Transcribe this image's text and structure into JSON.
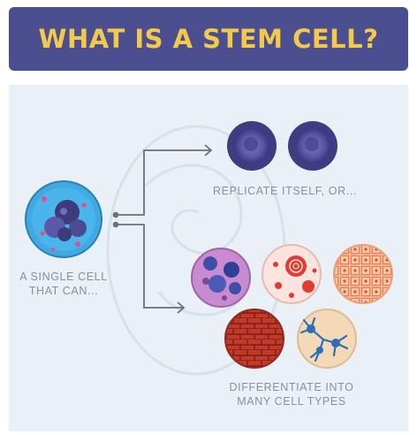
{
  "title": "WHAT IS A STEM CELL?",
  "labels": {
    "single_cell_line1": "A SINGLE CELL",
    "single_cell_line2": "THAT CAN...",
    "replicate": "REPLICATE ITSELF, OR...",
    "differentiate_line1": "DIFFERENTIATE INTO",
    "differentiate_line2": "MANY CELL TYPES"
  },
  "colors": {
    "banner": "#4b4f8f",
    "title": "#f2c94c",
    "panel": "#eaf1f6",
    "connector": "#6c6f78",
    "stem_cell": "#3fa9e0",
    "replicate_cell": "#3f3d82"
  }
}
